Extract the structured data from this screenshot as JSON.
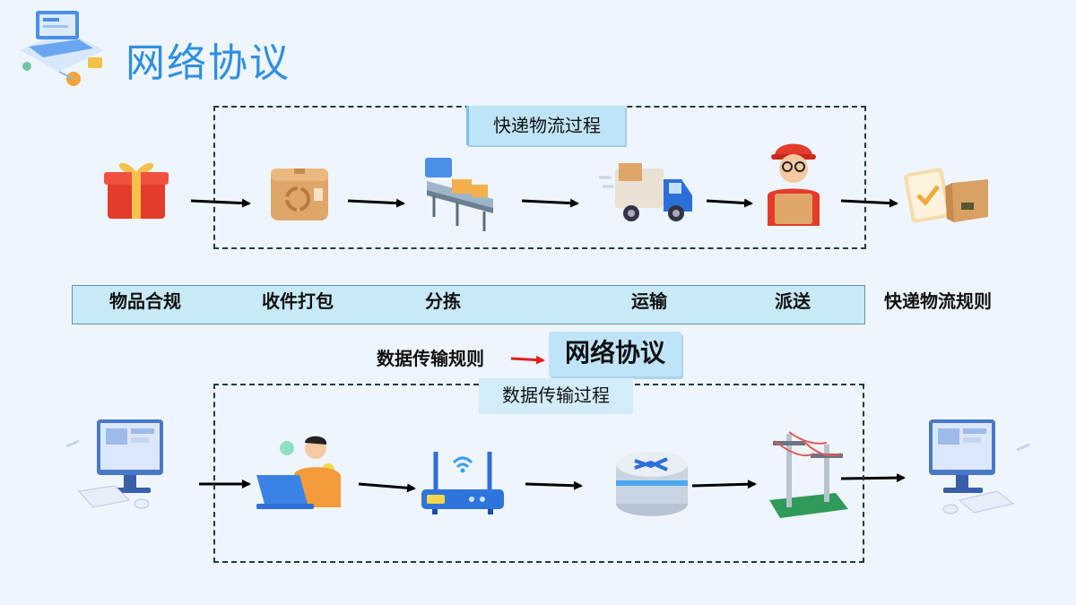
{
  "title": "网络协议",
  "express": {
    "box_label": "快递物流过程",
    "stages": [
      "物品合规",
      "收件打包",
      "分拣",
      "运输",
      "派送"
    ],
    "rules_label": "快递物流规则"
  },
  "middle": {
    "rules_label": "数据传输规则",
    "protocol_label": "网络协议"
  },
  "network": {
    "box_label": "数据传输过程"
  },
  "icons": {
    "logo": "laptop-network-icon",
    "express": [
      "gift-box-icon",
      "recycle-parcel-icon",
      "conveyor-sorter-icon",
      "delivery-truck-icon",
      "courier-icon",
      "signed-package-icon"
    ],
    "network": [
      "desktop-computer-icon",
      "laptop-user-icon",
      "wifi-router-icon",
      "network-switch-icon",
      "power-line-icon",
      "desktop-computer-icon"
    ]
  },
  "colors": {
    "title": "#2f8fe0",
    "label_bg": "#bfe4f7",
    "strip_bg": "#c8eaf8",
    "accent_arrow": "#e02020"
  }
}
